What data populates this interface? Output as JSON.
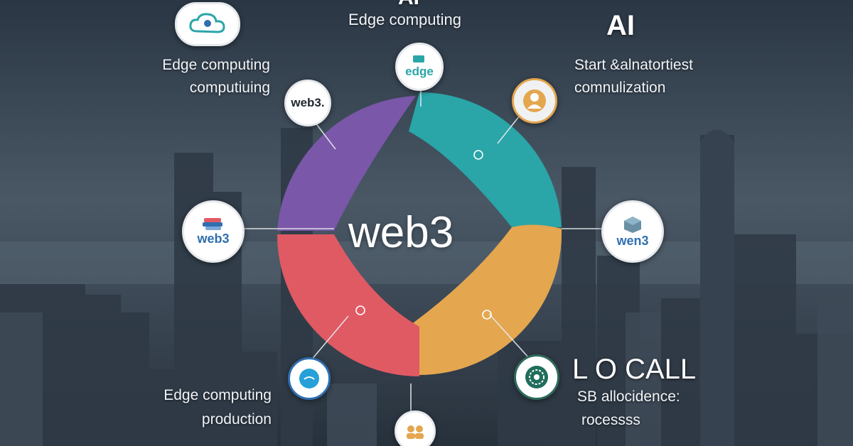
{
  "center": {
    "label": "web3"
  },
  "colors": {
    "purple": "#7a57a8",
    "teal": "#2aa5a8",
    "orange": "#e4a64f",
    "red": "#e05a63",
    "sky": "#3b4a5b"
  },
  "labels": {
    "top_cut": "AI",
    "top": "Edge computing",
    "top_left_line1": "Edge computing",
    "top_left_line2": "computiuing",
    "top_right_title": "AI",
    "top_right_line1": "Start &alnatortiest",
    "top_right_line2": "comnulization",
    "bottom_left_line1": "Edge computing",
    "bottom_left_line2": "production",
    "bottom_right_title": "L O CALL",
    "bottom_right_line1": "SB allocidence:",
    "bottom_right_line2": "rocessss"
  },
  "nodes": {
    "edge": {
      "label": "edge",
      "icon": "edge-logo-icon"
    },
    "web3_small": {
      "label": "web3.",
      "icon": "web3-text-icon"
    },
    "web3_left": {
      "label": "web3",
      "icon": "stack-icon"
    },
    "wen3_right": {
      "label": "wen3",
      "icon": "cube-icon"
    },
    "ai_person": {
      "icon": "person-icon"
    },
    "cloud": {
      "icon": "cloud-network-icon"
    },
    "chat": {
      "icon": "chat-bubble-icon"
    },
    "local": {
      "icon": "target-icon"
    },
    "bottom_people": {
      "icon": "people-icon"
    }
  }
}
